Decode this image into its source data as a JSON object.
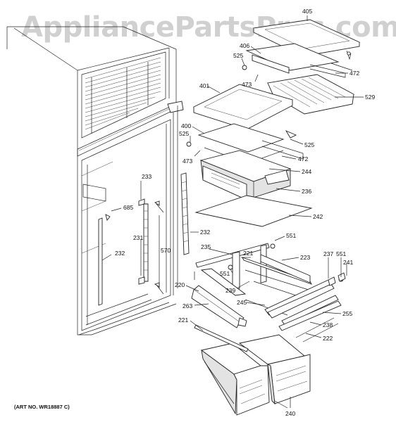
{
  "watermark": "AppliancePartsPros.com",
  "art_number": "(ART NO. WR18887 C)",
  "callouts": {
    "c405": "405",
    "c406": "406",
    "c525_top": "525",
    "c472_top": "472",
    "c473_top": "473",
    "c401": "401",
    "c529": "529",
    "c400": "400",
    "c525_mid_left": "525",
    "c525_mid_right": "525",
    "c472_mid": "472",
    "c473_mid": "473",
    "c244": "244",
    "c233": "233",
    "c236": "236",
    "c685": "685",
    "c242": "242",
    "c231": "231",
    "c570": "570",
    "c232_left": "232",
    "c232_mid": "232",
    "c551_top": "551",
    "c235": "235",
    "c221_mid": "221",
    "c223": "223",
    "c237": "237",
    "c551_right": "551",
    "c241": "241",
    "c551_mid": "551",
    "c239": "239",
    "c220": "220",
    "c245": "245",
    "c263": "263",
    "c255": "255",
    "c238": "238",
    "c221_bottom": "221",
    "c222": "222",
    "c240": "240"
  }
}
